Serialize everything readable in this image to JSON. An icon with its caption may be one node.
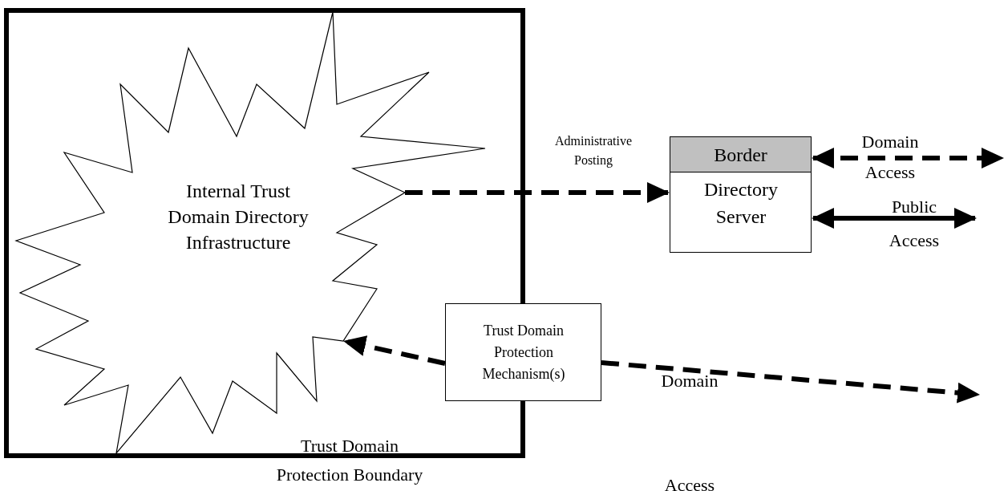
{
  "diagram": {
    "nodes": [
      {
        "text": [
          "Trust Domain Protection Boundary"
        ]
      },
      {
        "text": [
          "Internal Trust Domain Directory Infrastructure"
        ],
        "in": 0
      },
      {
        "text": [
          "Border",
          "Directory Server"
        ]
      },
      {
        "text": [
          "Trust Domain Protection Mechanism(s)"
        ]
      }
    ],
    "edges": [
      {
        "from": 1,
        "to": 2,
        "arrow": "to",
        "label": "Administrative Posting",
        "style": "dashed"
      },
      {
        "from": 2,
        "to": null,
        "arrow": "both",
        "label": "Domain Access",
        "style": "dashed"
      },
      {
        "from": 2,
        "to": null,
        "arrow": "both",
        "label": "Public Access"
      },
      {
        "from": 3,
        "to": 1,
        "arrow": "to",
        "style": "dashed"
      },
      {
        "from": 3,
        "to": null,
        "arrow": "to",
        "label": "Domain Access",
        "style": "dashed"
      }
    ]
  }
}
